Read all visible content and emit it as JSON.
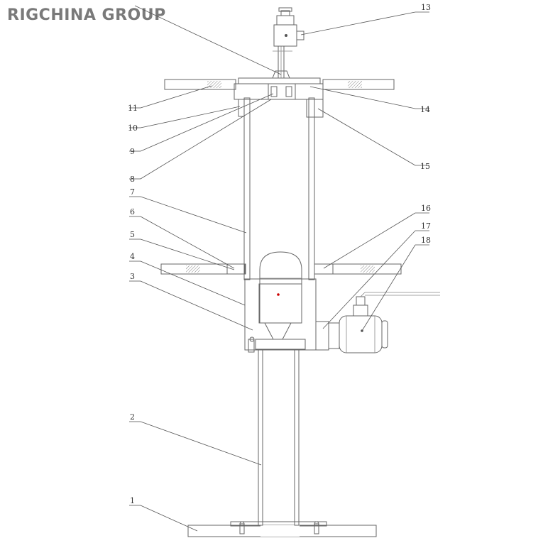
{
  "brand": "RIGCHINA GROUP",
  "labels": {
    "l1": "1",
    "l2": "2",
    "l3": "3",
    "l4": "4",
    "l5": "5",
    "l6": "6",
    "l7": "7",
    "l8": "8",
    "l9": "9",
    "l10": "10",
    "l11": "11",
    "l13": "13",
    "l14": "14",
    "l15": "15",
    "l16": "16",
    "l17": "17",
    "l18": "18"
  },
  "colors": {
    "line": "#666666",
    "hatch": "#9a9a9a",
    "text": "#333333",
    "brand": "#7a7a7a",
    "center_dot": "#cc0000"
  }
}
